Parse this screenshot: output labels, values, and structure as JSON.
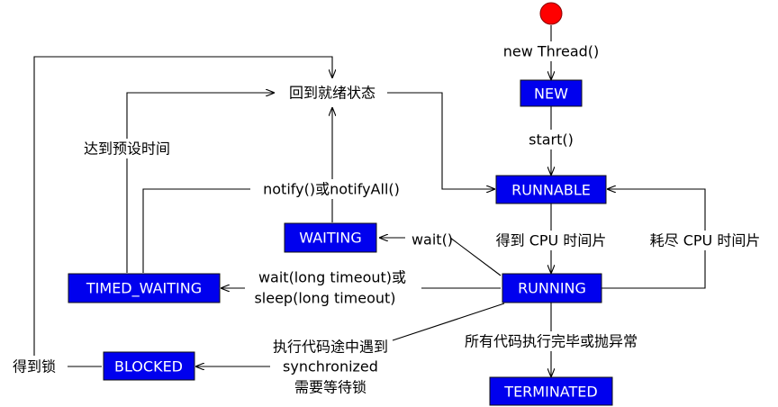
{
  "colors": {
    "state_fill": "#0000ee",
    "state_text": "#ffffff",
    "start_node": "#ff0000",
    "line": "#000000"
  },
  "states": {
    "new": "NEW",
    "runnable": "RUNNABLE",
    "running": "RUNNING",
    "waiting": "WAITING",
    "timed_waiting": "TIMED_WAITING",
    "blocked": "BLOCKED",
    "terminated": "TERMINATED"
  },
  "labels": {
    "new_thread": "new Thread()",
    "start": "start()",
    "back_to_ready": "回到就绪状态",
    "reach_preset_time": "达到预设时间",
    "notify": "notify()或notifyAll()",
    "get_cpu_slice": "得到 CPU 时间片",
    "cpu_slice_exhausted": "耗尽 CPU 时间片",
    "wait": "wait()",
    "timed_wait_line1": "wait(long timeout)或",
    "timed_wait_line2": "sleep(long timeout)",
    "sync_line1": "执行代码途中遇到",
    "sync_line2": "synchronized",
    "sync_line3": "需要等待锁",
    "finished_or_exception": "所有代码执行完毕或抛异常",
    "got_lock": "得到锁"
  }
}
